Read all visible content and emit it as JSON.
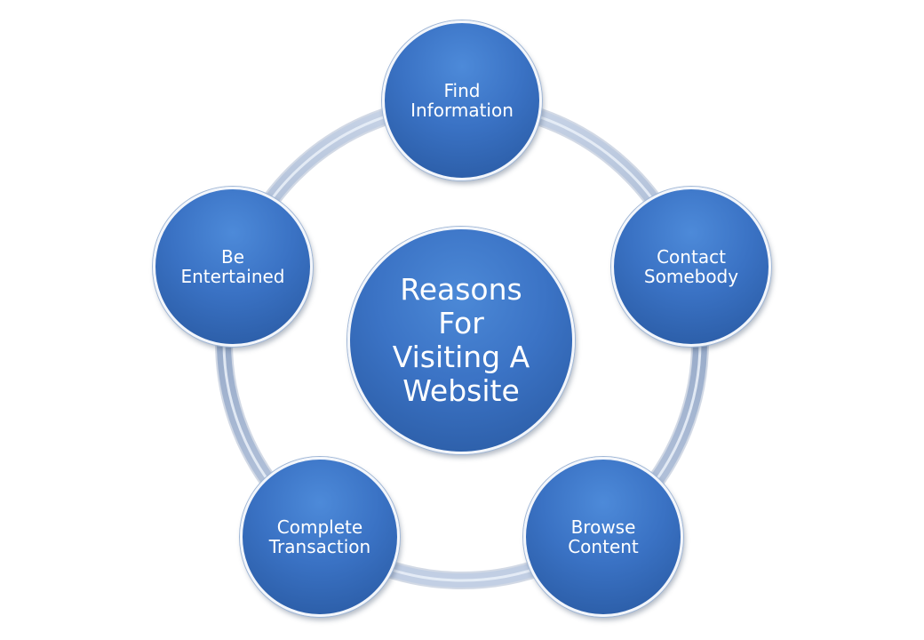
{
  "diagram": {
    "center": {
      "label": "Reasons\nFor\nVisiting A\nWebsite"
    },
    "nodes": [
      {
        "id": "find-information",
        "label": "Find\nInformation"
      },
      {
        "id": "contact-somebody",
        "label": "Contact\nSomebody"
      },
      {
        "id": "browse-content",
        "label": "Browse\nContent"
      },
      {
        "id": "complete-transaction",
        "label": "Complete\nTransaction"
      },
      {
        "id": "be-entertained",
        "label": "Be\nEntertained"
      }
    ]
  },
  "colors": {
    "node_fill": "#3a72c4",
    "ring": "#a7b7d2",
    "background": "#ffffff"
  }
}
